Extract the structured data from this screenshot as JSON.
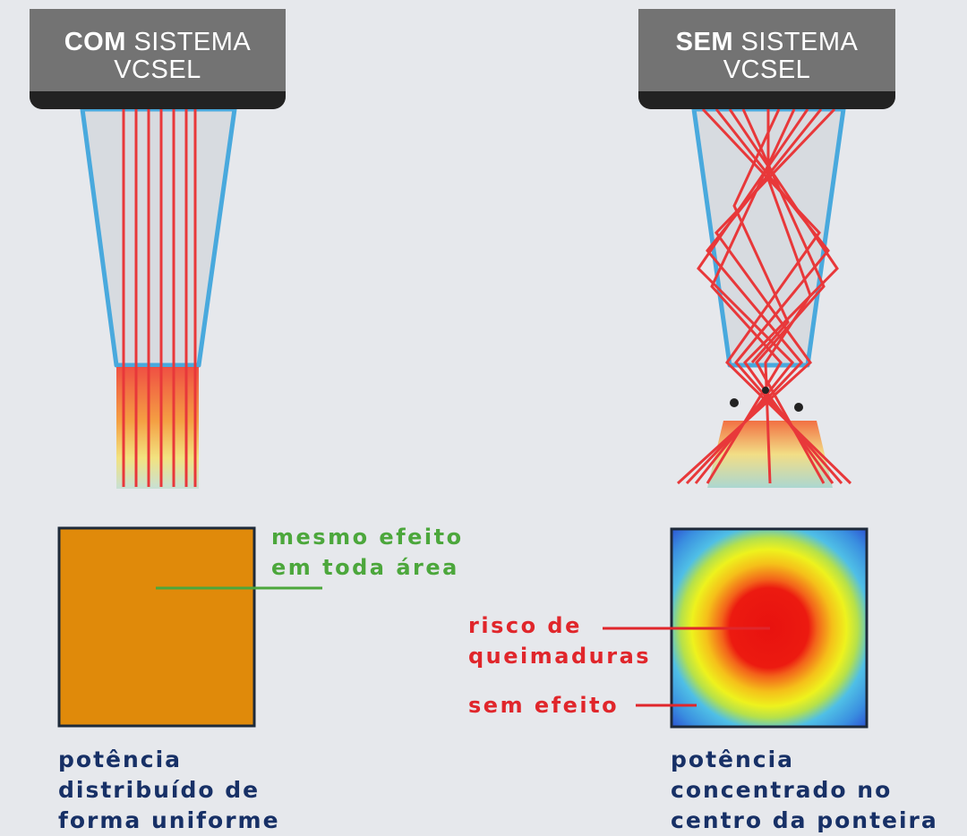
{
  "left": {
    "header": {
      "bold": "COM",
      "rest": " SISTEMA",
      "line2": "VCSEL"
    },
    "label": "mesmo efeito\nem toda área",
    "caption": "potência\ndistribuído de\nforma uniforme"
  },
  "right": {
    "header": {
      "bold": "SEM",
      "rest": " SISTEMA",
      "line2": "VCSEL"
    },
    "label_risk": "risco de\nqueimaduras",
    "label_none": "sem efeito",
    "caption": "potência\nconcentrado no\ncentro da ponteira"
  },
  "colors": {
    "background": "#e6e8ec",
    "header": "#737373",
    "beam": "#e8383a",
    "tip_border": "#49a9dd",
    "uniform_square": "#e08a0a",
    "label_green": "#4ca73c",
    "label_red": "#e0262b",
    "caption": "#173066"
  }
}
